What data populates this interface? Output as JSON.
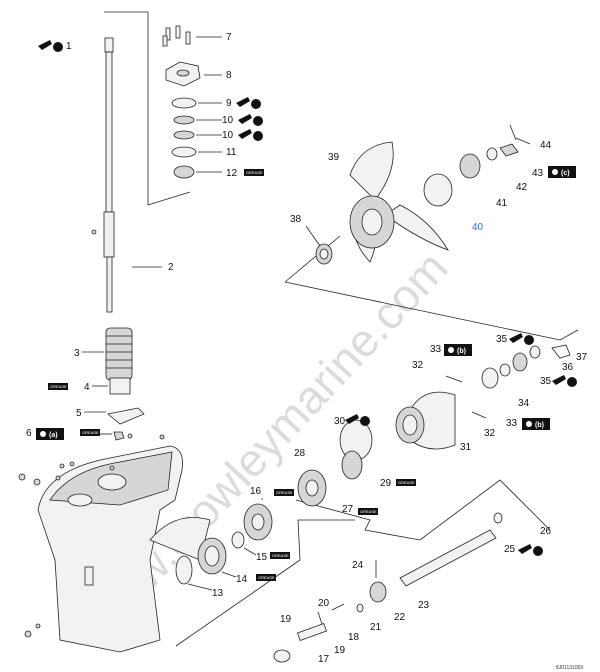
{
  "diagram": {
    "watermark": "www.crowleymarine.com",
    "figure_id": "8J01131003",
    "callouts": [
      {
        "id": "c1",
        "label": "1"
      },
      {
        "id": "c2",
        "label": "2"
      },
      {
        "id": "c3",
        "label": "3"
      },
      {
        "id": "c4",
        "label": "4"
      },
      {
        "id": "c5",
        "label": "5"
      },
      {
        "id": "c6",
        "label": "6"
      },
      {
        "id": "c7",
        "label": "7"
      },
      {
        "id": "c8",
        "label": "8"
      },
      {
        "id": "c9",
        "label": "9"
      },
      {
        "id": "c10a",
        "label": "10"
      },
      {
        "id": "c10b",
        "label": "10"
      },
      {
        "id": "c11",
        "label": "11"
      },
      {
        "id": "c12",
        "label": "12"
      },
      {
        "id": "c13",
        "label": "13"
      },
      {
        "id": "c14",
        "label": "14"
      },
      {
        "id": "c15",
        "label": "15"
      },
      {
        "id": "c16",
        "label": "16"
      },
      {
        "id": "c17",
        "label": "17"
      },
      {
        "id": "c18",
        "label": "18"
      },
      {
        "id": "c19a",
        "label": "19"
      },
      {
        "id": "c19b",
        "label": "19"
      },
      {
        "id": "c20",
        "label": "20"
      },
      {
        "id": "c21",
        "label": "21"
      },
      {
        "id": "c22",
        "label": "22"
      },
      {
        "id": "c23",
        "label": "23"
      },
      {
        "id": "c24",
        "label": "24"
      },
      {
        "id": "c25",
        "label": "25"
      },
      {
        "id": "c26",
        "label": "26"
      },
      {
        "id": "c27",
        "label": "27"
      },
      {
        "id": "c28",
        "label": "28"
      },
      {
        "id": "c29",
        "label": "29"
      },
      {
        "id": "c30",
        "label": "30"
      },
      {
        "id": "c31",
        "label": "31"
      },
      {
        "id": "c32a",
        "label": "32"
      },
      {
        "id": "c32b",
        "label": "32"
      },
      {
        "id": "c33a",
        "label": "33"
      },
      {
        "id": "c33b",
        "label": "33"
      },
      {
        "id": "c34",
        "label": "34"
      },
      {
        "id": "c35a",
        "label": "35"
      },
      {
        "id": "c35b",
        "label": "35"
      },
      {
        "id": "c36",
        "label": "36"
      },
      {
        "id": "c37",
        "label": "37"
      },
      {
        "id": "c38",
        "label": "38"
      },
      {
        "id": "c39",
        "label": "39"
      },
      {
        "id": "c40",
        "label": "40"
      },
      {
        "id": "c41",
        "label": "41"
      },
      {
        "id": "c42",
        "label": "42"
      },
      {
        "id": "c43",
        "label": "43"
      },
      {
        "id": "c44",
        "label": "44"
      }
    ],
    "badges": {
      "a": "(a)",
      "b": "(b)",
      "c": "(c)",
      "grease_label": "GREASE"
    },
    "colors": {
      "callout_highlight": "#3a6fc4",
      "watermark": "#bfbfbf",
      "badge": "#111111"
    }
  }
}
